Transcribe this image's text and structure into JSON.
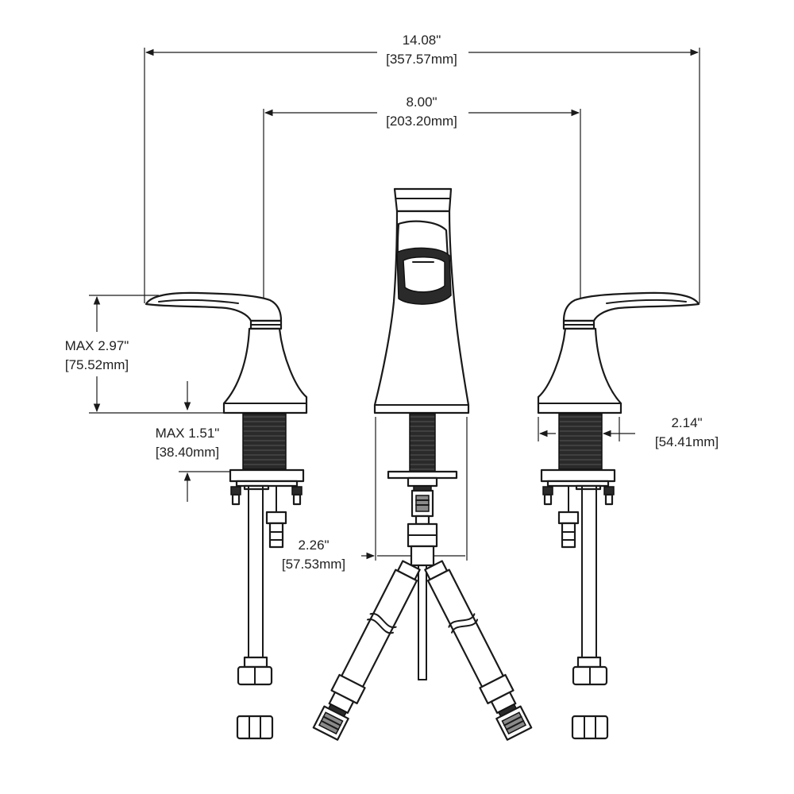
{
  "dimensions": {
    "overall_width": {
      "in": "14.08\"",
      "mm": "[357.57mm]"
    },
    "center_spread": {
      "in": "8.00\"",
      "mm": "[203.20mm]"
    },
    "handle_height": {
      "in": "MAX 2.97\"",
      "mm": "[75.52mm]"
    },
    "deck_thickness": {
      "in": "MAX 1.51\"",
      "mm": "[38.40mm]"
    },
    "handle_base_diameter": {
      "in": "2.14\"",
      "mm": "[54.41mm]"
    },
    "spout_base_width": {
      "in": "2.26\"",
      "mm": "[57.53mm]"
    }
  },
  "colors": {
    "line": "#1a1a1a",
    "shank": "#2a2a2a",
    "background": "#ffffff"
  }
}
